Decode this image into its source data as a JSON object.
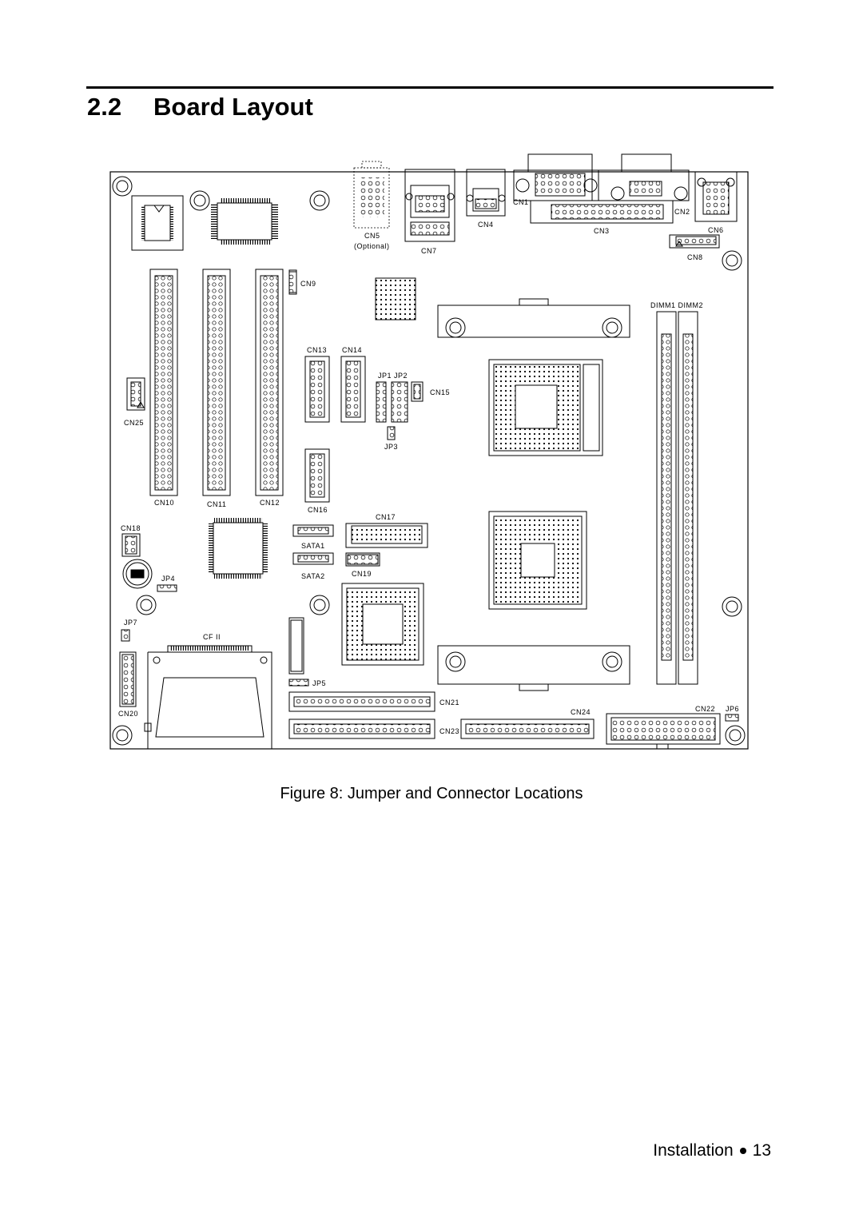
{
  "section": {
    "number": "2.2",
    "title": "Board Layout"
  },
  "board": {
    "labels": {
      "cn1": "CN1",
      "cn2": "CN2",
      "cn3": "CN3",
      "cn4": "CN4",
      "cn5": "CN5",
      "cn5_note": "(Optional)",
      "cn6": "CN6",
      "cn7": "CN7",
      "cn8": "CN8",
      "cn9": "CN9",
      "cn10": "CN10",
      "cn11": "CN11",
      "cn12": "CN12",
      "cn13": "CN13",
      "cn14": "CN14",
      "cn15": "CN15",
      "cn16": "CN16",
      "cn17": "CN17",
      "cn18": "CN18",
      "cn19": "CN19",
      "cn20": "CN20",
      "cn21": "CN21",
      "cn22": "CN22",
      "cn23": "CN23",
      "cn24": "CN24",
      "cn25": "CN25",
      "jp1jp2": "JP1 JP2",
      "jp3": "JP3",
      "jp4": "JP4",
      "jp5": "JP5",
      "jp6": "JP6",
      "jp7": "JP7",
      "sata1": "SATA1",
      "sata2": "SATA2",
      "cf2": "CF II",
      "dimm": "DIMM1  DIMM2"
    }
  },
  "caption": "Figure 8: Jumper and Connector Locations",
  "footer": {
    "section": "Installation",
    "page": "13"
  }
}
